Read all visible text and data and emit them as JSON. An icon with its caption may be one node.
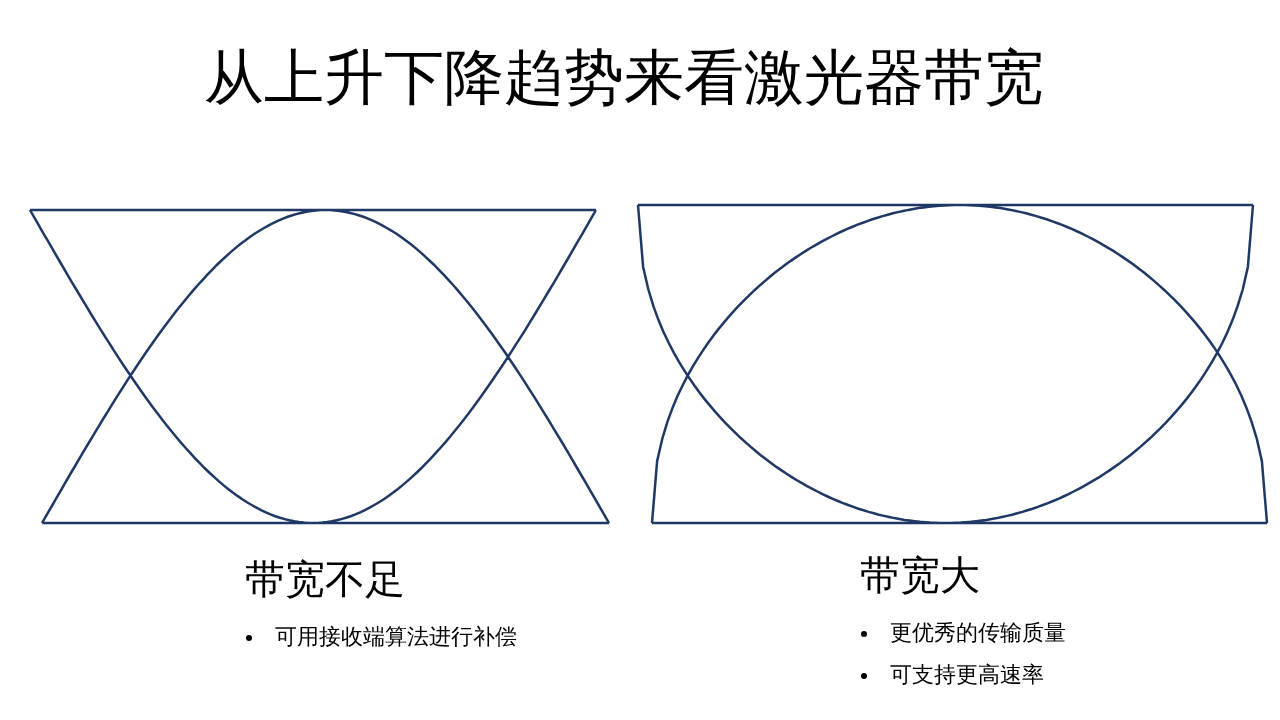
{
  "diagram": {
    "title": "从上升下降趋势来看激光器带宽",
    "labels": [
      "带宽不足",
      "可用接收端算法进行补偿",
      "带宽大",
      "更优秀的传输质量",
      "可支持更高速率"
    ]
  }
}
